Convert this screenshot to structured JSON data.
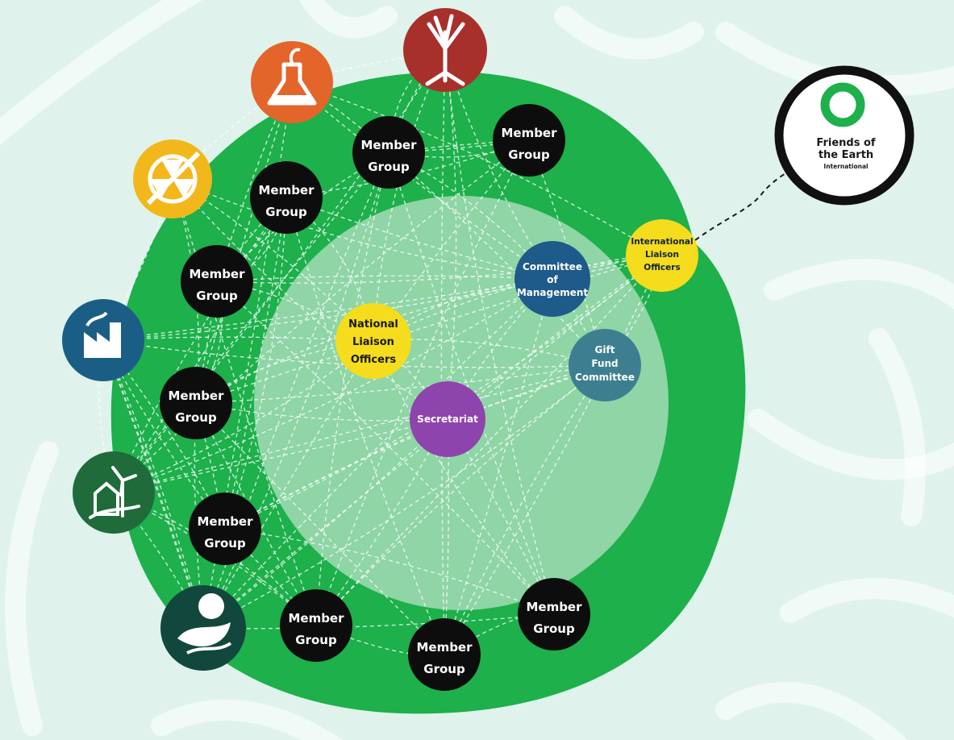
{
  "colors": {
    "background": "#dff3ec",
    "outer_ring": "#1db04b",
    "inner_circle": "#8fd5a6",
    "member_group": "#0d0d0d",
    "liaison": "#f5dc1c",
    "committee_management": "#1e5a8a",
    "gift_fund": "#3d7f90",
    "secretariat": "#8e44ad",
    "foe_ring": "#111111",
    "foe_logo": "#1db04b"
  },
  "nodes": {
    "member_group_lines": [
      "Member",
      "Group"
    ],
    "national_liaison_lines": [
      "National",
      "Liaison",
      "Officers"
    ],
    "international_liaison_lines": [
      "International",
      "Liaison",
      "Officers"
    ],
    "committee_management_lines": [
      "Committee",
      "of",
      "Management"
    ],
    "gift_fund_lines": [
      "Gift",
      "Fund",
      "Committee"
    ],
    "secretariat": "Secretariat"
  },
  "foe": {
    "line1": "Friends of",
    "line2": "the Earth",
    "line3": "International"
  },
  "theme_icons": [
    {
      "name": "forest-hand-icon",
      "color": "#a8302b"
    },
    {
      "name": "food-flask-icon",
      "color": "#e4652a"
    },
    {
      "name": "no-nuclear-icon",
      "color": "#f2b81b"
    },
    {
      "name": "factory-icon",
      "color": "#1b5e85"
    },
    {
      "name": "renewable-energy-icon",
      "color": "#1f6b3a"
    },
    {
      "name": "nature-landscape-icon",
      "color": "#12473d"
    }
  ]
}
